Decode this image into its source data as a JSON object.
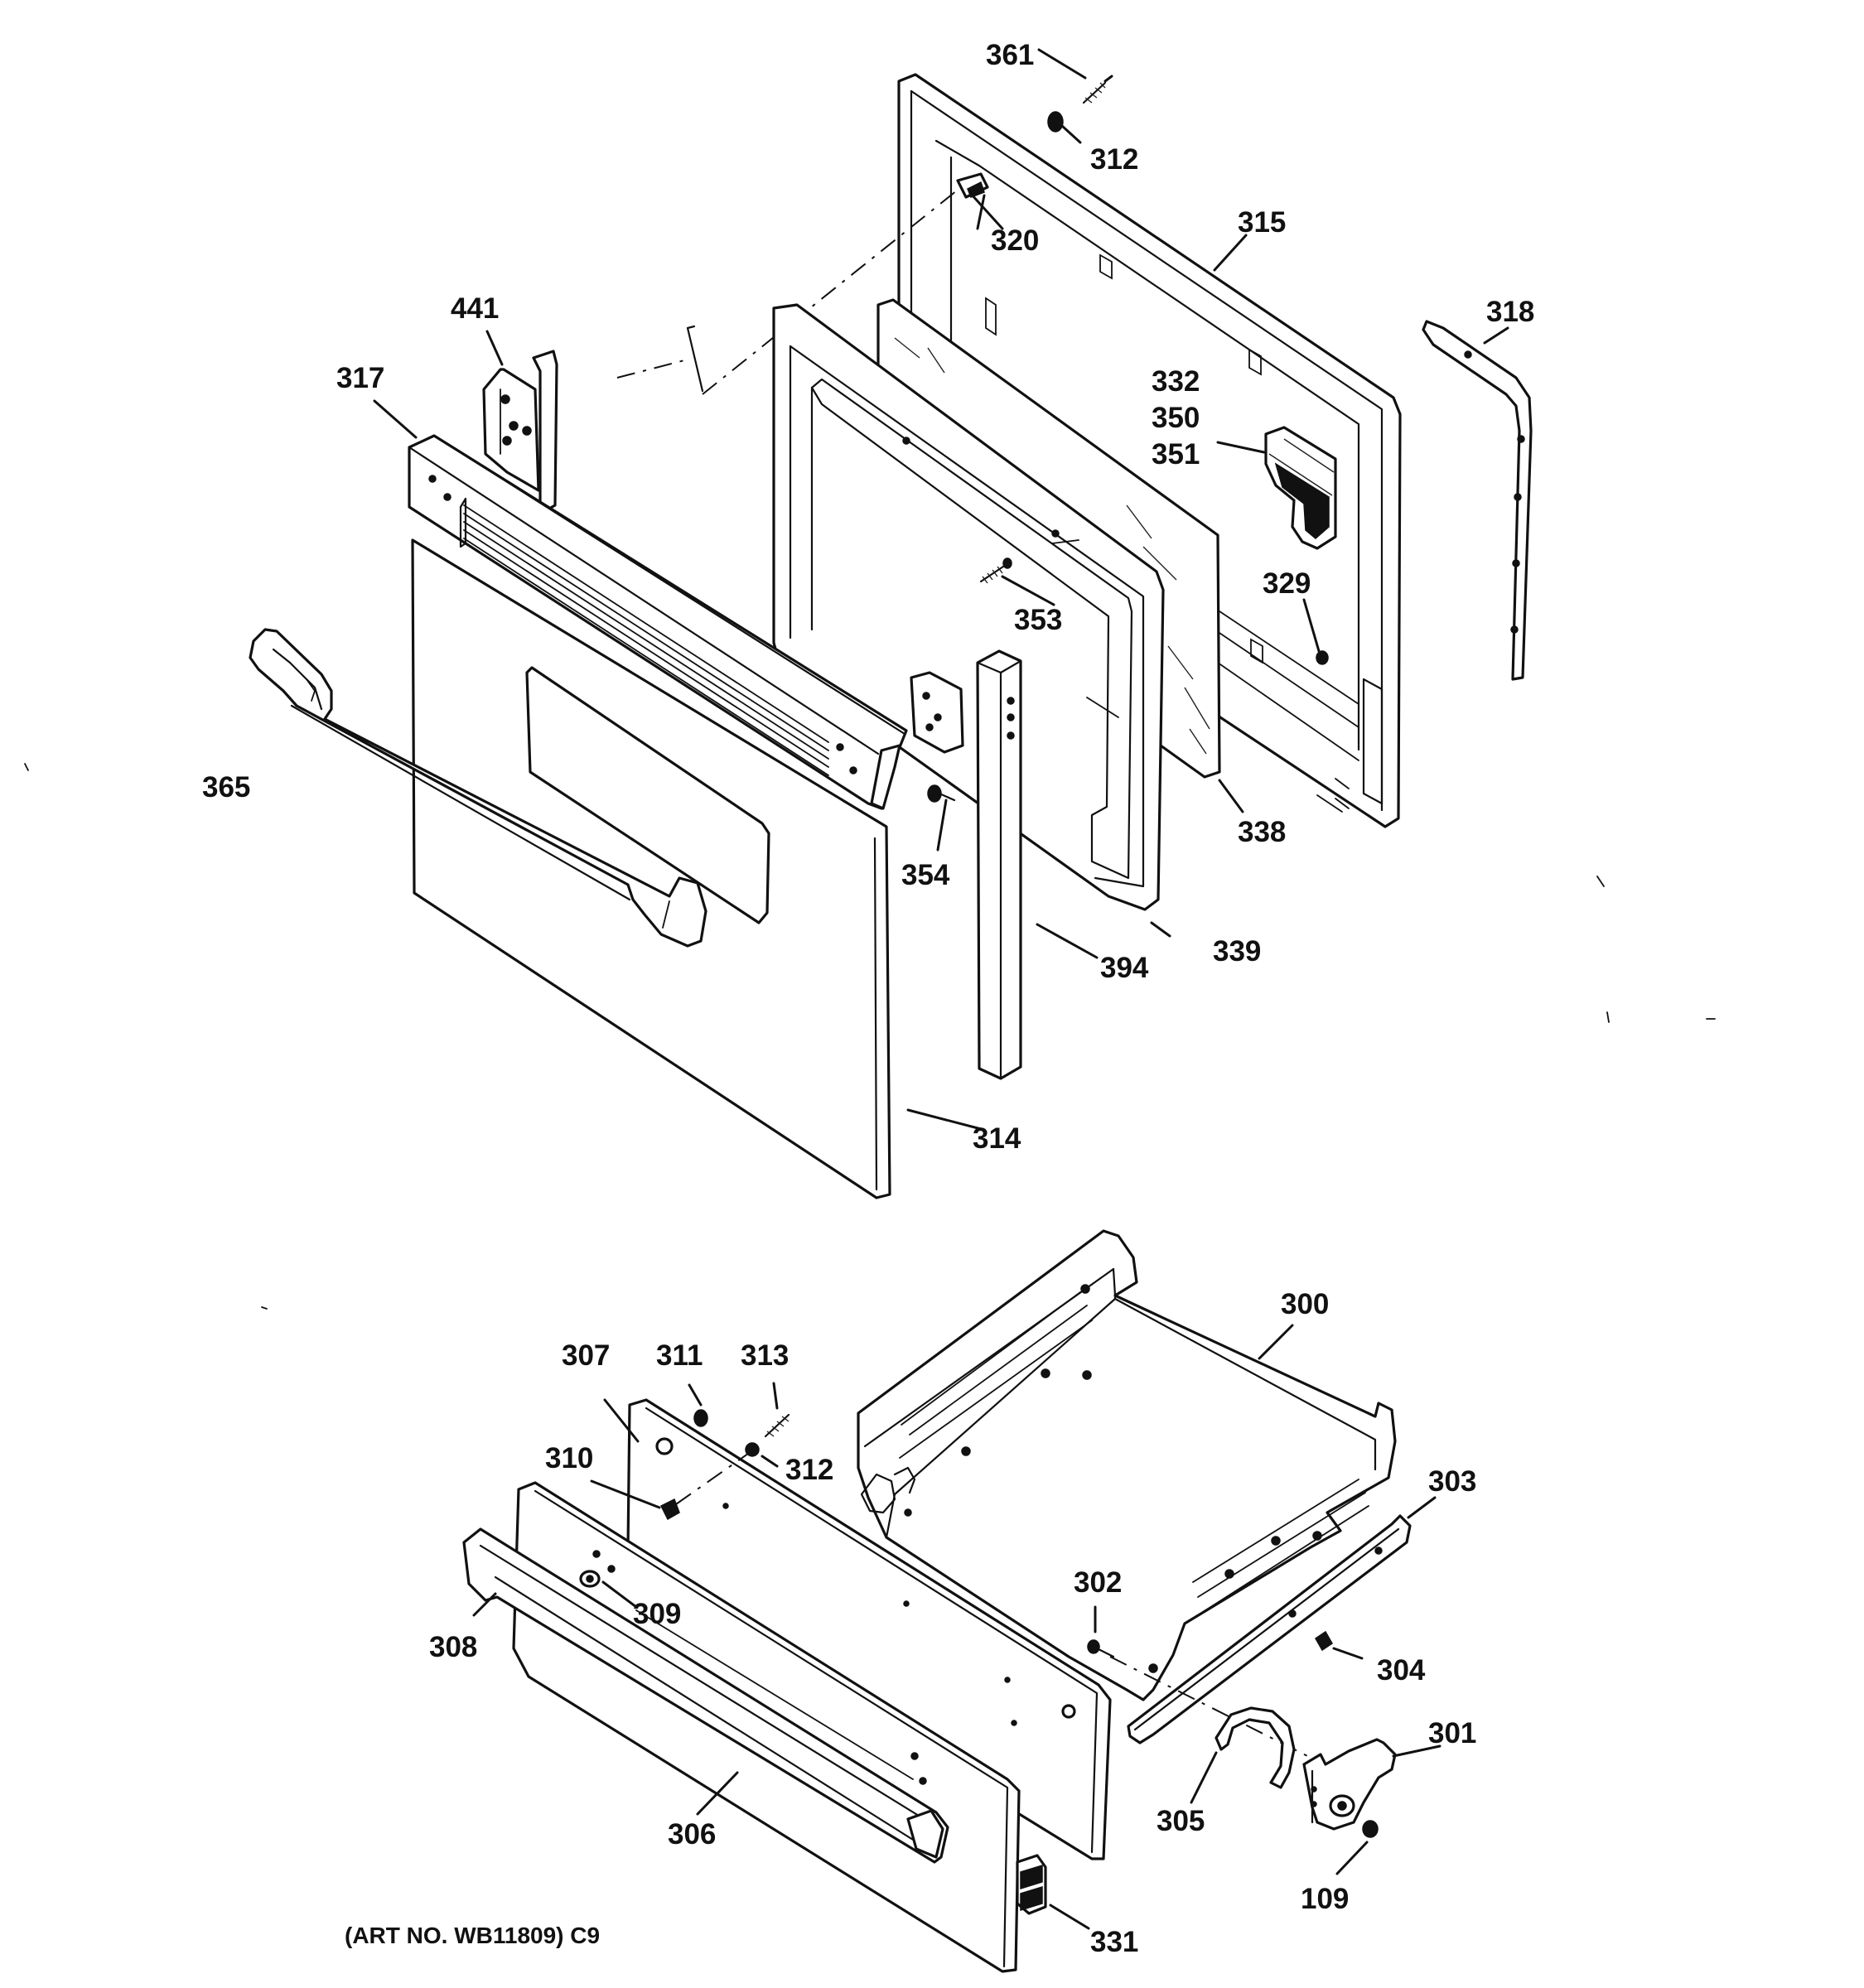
{
  "callouts": {
    "c361": "361",
    "c312a": "312",
    "c320": "320",
    "c315": "315",
    "c318": "318",
    "c441": "441",
    "c317": "317",
    "c332": "332",
    "c350": "350",
    "c351": "351",
    "c353": "353",
    "c329": "329",
    "c365": "365",
    "c338": "338",
    "c354": "354",
    "c339": "339",
    "c394": "394",
    "c314": "314",
    "c300": "300",
    "c307": "307",
    "c311": "311",
    "c313": "313",
    "c312b": "312",
    "c310": "310",
    "c303": "303",
    "c302": "302",
    "c309": "309",
    "c308": "308",
    "c304": "304",
    "c301": "301",
    "c305": "305",
    "c306": "306",
    "c109": "109",
    "c331": "331"
  },
  "art_number": "(ART NO. WB11809) C9"
}
